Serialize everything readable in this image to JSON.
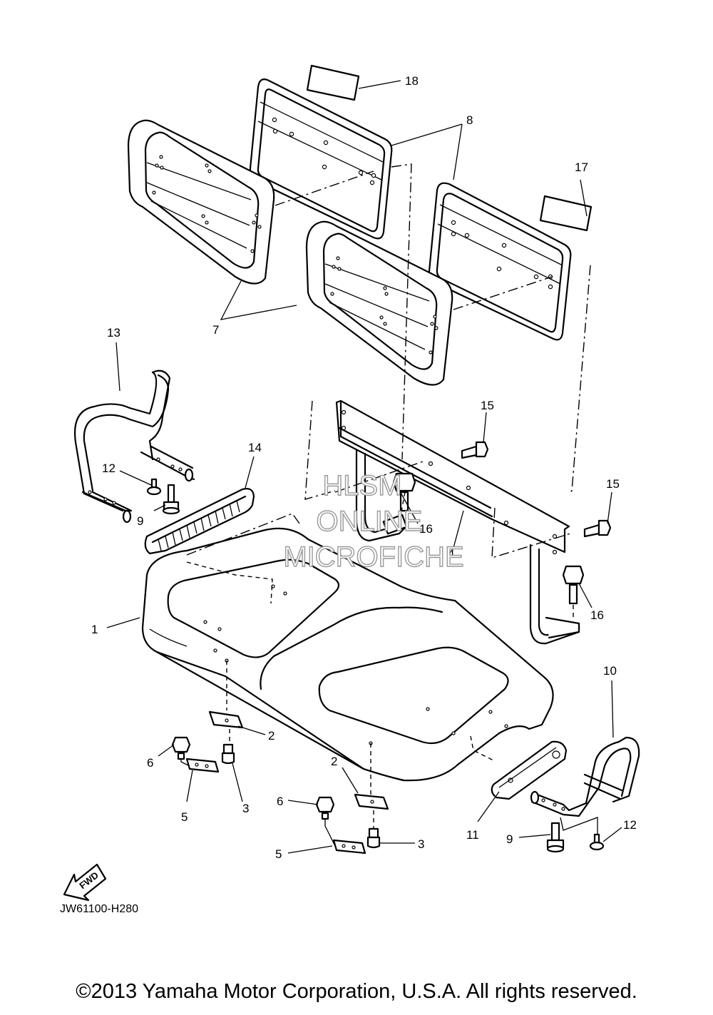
{
  "callouts": {
    "c1": "1",
    "c2a": "2",
    "c2b": "2",
    "c3a": "3",
    "c3b": "3",
    "c4": "4",
    "c5a": "5",
    "c5b": "5",
    "c6a": "6",
    "c6b": "6",
    "c7": "7",
    "c8": "8",
    "c9a": "9",
    "c9b": "9",
    "c10": "10",
    "c11": "11",
    "c12a": "12",
    "c12b": "12",
    "c13": "13",
    "c14": "14",
    "c15a": "15",
    "c15b": "15",
    "c16a": "16",
    "c16b": "16",
    "c17": "17",
    "c18": "18"
  },
  "watermark": {
    "line1": "HLSM",
    "line2": "ONLINE",
    "line3": "MICROFICHE"
  },
  "fwd_label": "FWD",
  "diagram_code": "JW61100-H280",
  "copyright": "©2013 Yamaha Motor Corporation, U.S.A. All rights reserved.",
  "icons": {
    "direction": "fwd-arrow-icon"
  }
}
